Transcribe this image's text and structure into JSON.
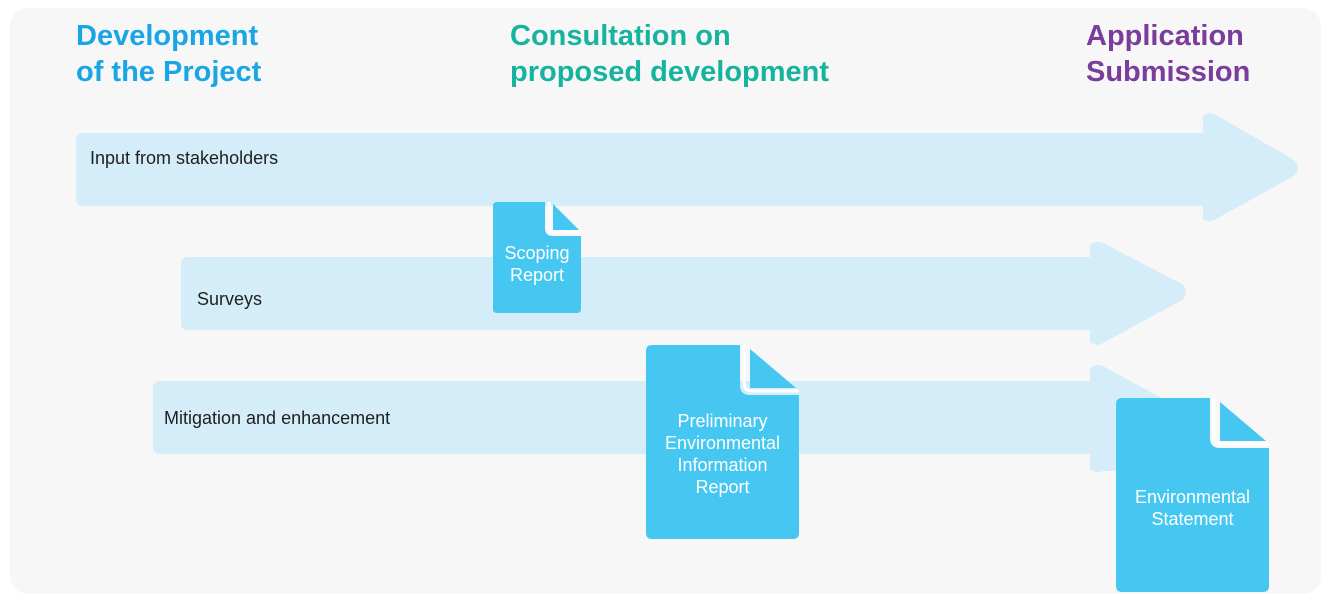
{
  "colors": {
    "stage_1": "#1aa6e4",
    "stage_2": "#16b39e",
    "stage_3": "#7a3d9a",
    "arrow_fill": "#d5ecf9",
    "document_fill": "#45c7f2",
    "document_fold": "#ffffff"
  },
  "stages": [
    {
      "lines": [
        "Development",
        "of the Project"
      ]
    },
    {
      "lines": [
        "Consultation on",
        "proposed development"
      ]
    },
    {
      "lines": [
        "Application",
        "Submission"
      ]
    }
  ],
  "arrows": [
    {
      "label": "Input from stakeholders"
    },
    {
      "label": "Surveys"
    },
    {
      "label": "Mitigation and enhancement"
    }
  ],
  "documents": [
    {
      "lines": [
        "Scoping",
        "Report"
      ],
      "icon": "document-icon"
    },
    {
      "lines": [
        "Preliminary",
        "Environmental",
        "Information",
        "Report"
      ],
      "icon": "document-icon"
    },
    {
      "lines": [
        "Environmental",
        "Statement"
      ],
      "icon": "document-icon"
    }
  ]
}
